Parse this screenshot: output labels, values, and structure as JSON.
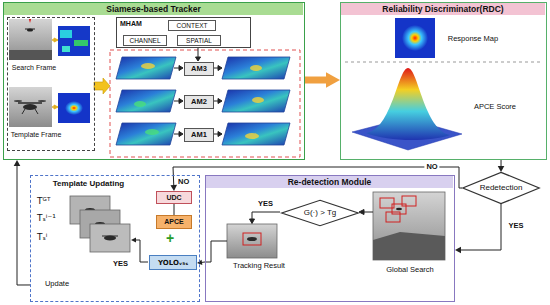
{
  "diagram": {
    "nodes": [
      {
        "text": [
          "Siamese-based Tracker"
        ]
      },
      {
        "text": [
          "Search Frame",
          "Template Frame"
        ],
        "in": 0
      },
      {
        "text": [
          "MHAM"
        ],
        "in": 0
      },
      {
        "text": [
          "CONTEXT"
        ],
        "in": 2
      },
      {
        "text": [
          "CHANNEL"
        ],
        "in": 2
      },
      {
        "text": [
          "SPATIAL"
        ],
        "in": 2
      },
      {
        "text": [
          "AM3"
        ],
        "in": 0
      },
      {
        "text": [
          "AM2"
        ],
        "in": 0
      },
      {
        "text": [
          "AM1"
        ],
        "in": 0
      },
      {
        "text": [
          "Reliability Discriminator(RDC)",
          "Response Map",
          "APCE Score"
        ]
      },
      {
        "text": [
          "Redetection"
        ]
      },
      {
        "text": [
          "Template Updating",
          "Update"
        ]
      },
      {
        "text": [
          "UDC"
        ],
        "in": 11
      },
      {
        "text": [
          "APCE"
        ],
        "in": 11
      },
      {
        "text": [
          "YOLOᵥ₅ₛ"
        ],
        "in": 11
      },
      {
        "text": [
          "Re-detection Module",
          "Tracking Result",
          "Global Search"
        ]
      },
      {
        "text": [
          "G(·) > Tg"
        ],
        "in": 15
      }
    ],
    "edges": [
      {
        "from": 0,
        "to": 9,
        "arrow": "to"
      },
      {
        "from": 9,
        "to": 10,
        "arrow": "to"
      },
      {
        "from": 10,
        "to": 12,
        "label": "NO",
        "arrow": "to"
      },
      {
        "from": 10,
        "to": 15,
        "label": "YES",
        "arrow": "to"
      },
      {
        "from": 15,
        "to": 14,
        "arrow": "to"
      },
      {
        "from": 12,
        "to": 13,
        "arrow": "none"
      },
      {
        "from": 11,
        "to": 0,
        "arrow": "to"
      }
    ],
    "labels": [
      "YES",
      "YES",
      "NO",
      "+",
      "Tᴳᵀ",
      "Tₛⁱ⁻¹",
      "Tₛⁱ"
    ]
  }
}
